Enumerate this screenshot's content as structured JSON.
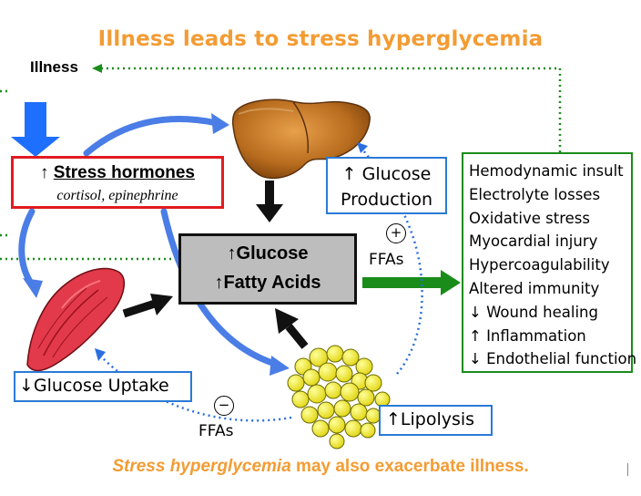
{
  "title": "Illness leads to stress hyperglycemia",
  "illness_label": "Illness",
  "stress_hormones": {
    "arrow": "↑",
    "title": "Stress hormones",
    "subtitle": "cortisol, epinephrine"
  },
  "center_box": {
    "line1": "↑Glucose",
    "line2": "↑Fatty Acids"
  },
  "glucose_production": {
    "line1": "↑ Glucose",
    "line2": "Production"
  },
  "effects": [
    "Hemodynamic insult",
    "Electrolyte losses",
    "Oxidative stress",
    "Myocardial injury",
    "Hypercoagulability",
    "Altered immunity",
    "↓ Wound healing",
    "↑ Inflammation",
    "↓ Endothelial function"
  ],
  "glucose_uptake": "↓Glucose Uptake",
  "lipolysis": "↑Lipolysis",
  "ffa_top": "FFAs",
  "ffa_bottom": "FFAs",
  "plus_sign": "+",
  "minus_sign": "−",
  "footer": {
    "italic": "Stress hyperglycemia",
    "rest": " may also exacerbate illness."
  },
  "colors": {
    "title": "#f39c33",
    "blue_arrow": "#3a6ee8",
    "green": "#1a8c1a",
    "red_border": "#e11b22",
    "box_blue": "#2a7ad5"
  },
  "icons": [
    "liver-icon",
    "muscle-icon",
    "fat-cells-icon"
  ]
}
